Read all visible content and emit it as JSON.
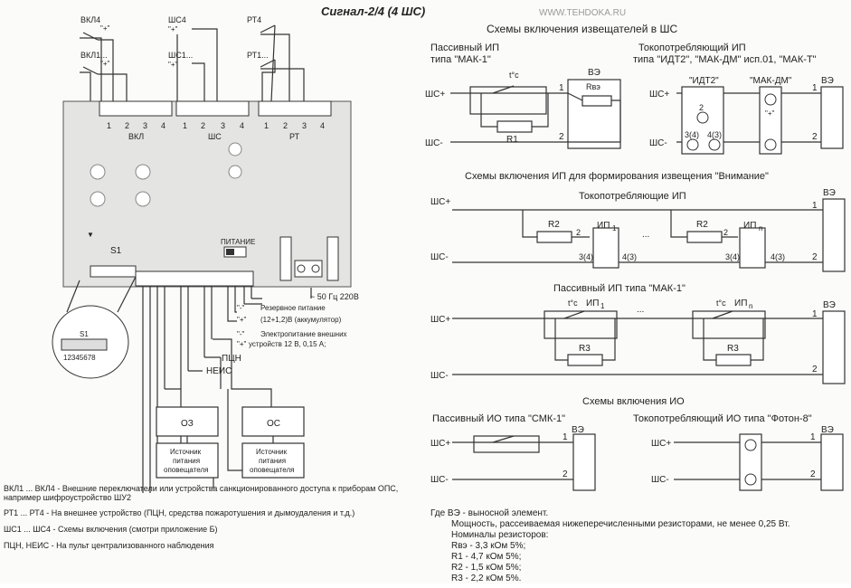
{
  "title": "Сигнал-2/4 (4 ШС)",
  "watermark": "WWW.TEHDOKA.RU",
  "device": {
    "switches": [
      "ВКЛ4",
      "ВКЛ1..."
    ],
    "shs_in": [
      "ШС4",
      "ШС1..."
    ],
    "rt": [
      "РТ4",
      "РТ1..."
    ],
    "plus_mark": "\"+\"",
    "terminal_numbers": [
      "1",
      "2",
      "3",
      "4"
    ],
    "group_vkl": "ВКЛ",
    "group_shs": "ШС",
    "group_rt": "РТ",
    "s1_label": "S1",
    "power_label": "ПИТАНИЕ",
    "dip_numbers": "12345678",
    "mains": "~ 50 Гц 220В",
    "reserve_power": "Резервное питание",
    "reserve_sub": "(12+1,2)В (аккумулятор)",
    "ext_power": "Электропитание внешних",
    "ext_sub": "устройств 12 В, 0,15 А;",
    "minus_mark": "\"-\"",
    "plus_mark2": "\"+\"",
    "pcn": "ПЦН",
    "neis": "НЕИС",
    "oz": "ОЗ",
    "os": "ОС",
    "src_line1": "Источник",
    "src_line2": "питания",
    "src_line3": "оповещателя"
  },
  "schemes_title": "Схемы включения извещателей в ШС",
  "passive_ip": {
    "title1": "Пассивный ИП",
    "title2": "типа \"МАК-1\"",
    "tc": "t°c",
    "ve": "ВЭ",
    "rve": "Rвэ",
    "r1": "R1",
    "shs_plus": "ШС+",
    "shs_minus": "ШС-",
    "n1": "1",
    "n2": "2"
  },
  "current_ip": {
    "title1": "Токопотребляющий ИП",
    "title2": "типа \"ИДТ2\", \"МАК-ДМ\" исп.01, \"МАК-Т\"",
    "idt2": "\"ИДТ2\"",
    "makdm": "\"МАК-ДМ\"",
    "ve": "ВЭ",
    "shs_plus": "ШС+",
    "shs_minus": "ШС-",
    "pin2": "2",
    "pin34": "3(4)",
    "pin43": "4(3)",
    "plus": "\"+\"",
    "n1": "1",
    "n2": "2"
  },
  "attention": {
    "title": "Схемы включения ИП для формирования извещения \"Внимание\"",
    "sub": "Токопотребляющие ИП",
    "shs_plus": "ШС+",
    "shs_minus": "ШС-",
    "r2": "R2",
    "ip1": "ИП",
    "ipn": "ИП",
    "sub1": "1",
    "subn": "n",
    "pin2": "2",
    "pin34": "3(4)",
    "pin43": "4(3)",
    "dots": "...",
    "ve": "ВЭ",
    "n1": "1",
    "n2": "2"
  },
  "passive_mak": {
    "title": "Пассивный ИП  типа \"МАК-1\"",
    "tc": "t°c",
    "ip": "ИП",
    "sub1": "1",
    "subn": "n",
    "r3": "R3",
    "shs_plus": "ШС+",
    "shs_minus": "ШС-",
    "ve": "ВЭ",
    "n1": "1",
    "n2": "2",
    "dots": "..."
  },
  "io": {
    "title": "Схемы включения ИО",
    "passive": "Пассивный ИО типа \"СМК-1\"",
    "current": "Токопотребляющий ИО  типа \"Фотон-8\"",
    "ve": "ВЭ",
    "shs_plus": "ШС+",
    "shs_minus": "ШС-",
    "n1": "1",
    "n2": "2"
  },
  "notes_left": [
    "ВКЛ1 ... ВКЛ4 - Внешние переключатели или устройства  санкционированного доступа к приборам ОПС,",
    "например шифроустройство ШУ2",
    "РТ1 ... РТ4 - На внешнее устройство (ПЦН, средства пожаротушения и дымоудаления и т.д.)",
    "ШС1 ... ШС4 - Схемы включения (смотри приложение Б)",
    "ПЦН, НЕИС - На пульт централизованного наблюдения"
  ],
  "notes_right": [
    "Где   ВЭ - выносной элемент.",
    "Мощность, рассеиваемая нижеперечисленными резисторами, не менее 0,25 Вт.",
    "Номиналы резисторов:",
    "Rвэ - 3,3 кОм 5%;",
    "R1 - 4,7 кОм 5%;",
    "R2 - 1,5 кОм 5%;",
    "R3 - 2,2 кОм 5%."
  ]
}
